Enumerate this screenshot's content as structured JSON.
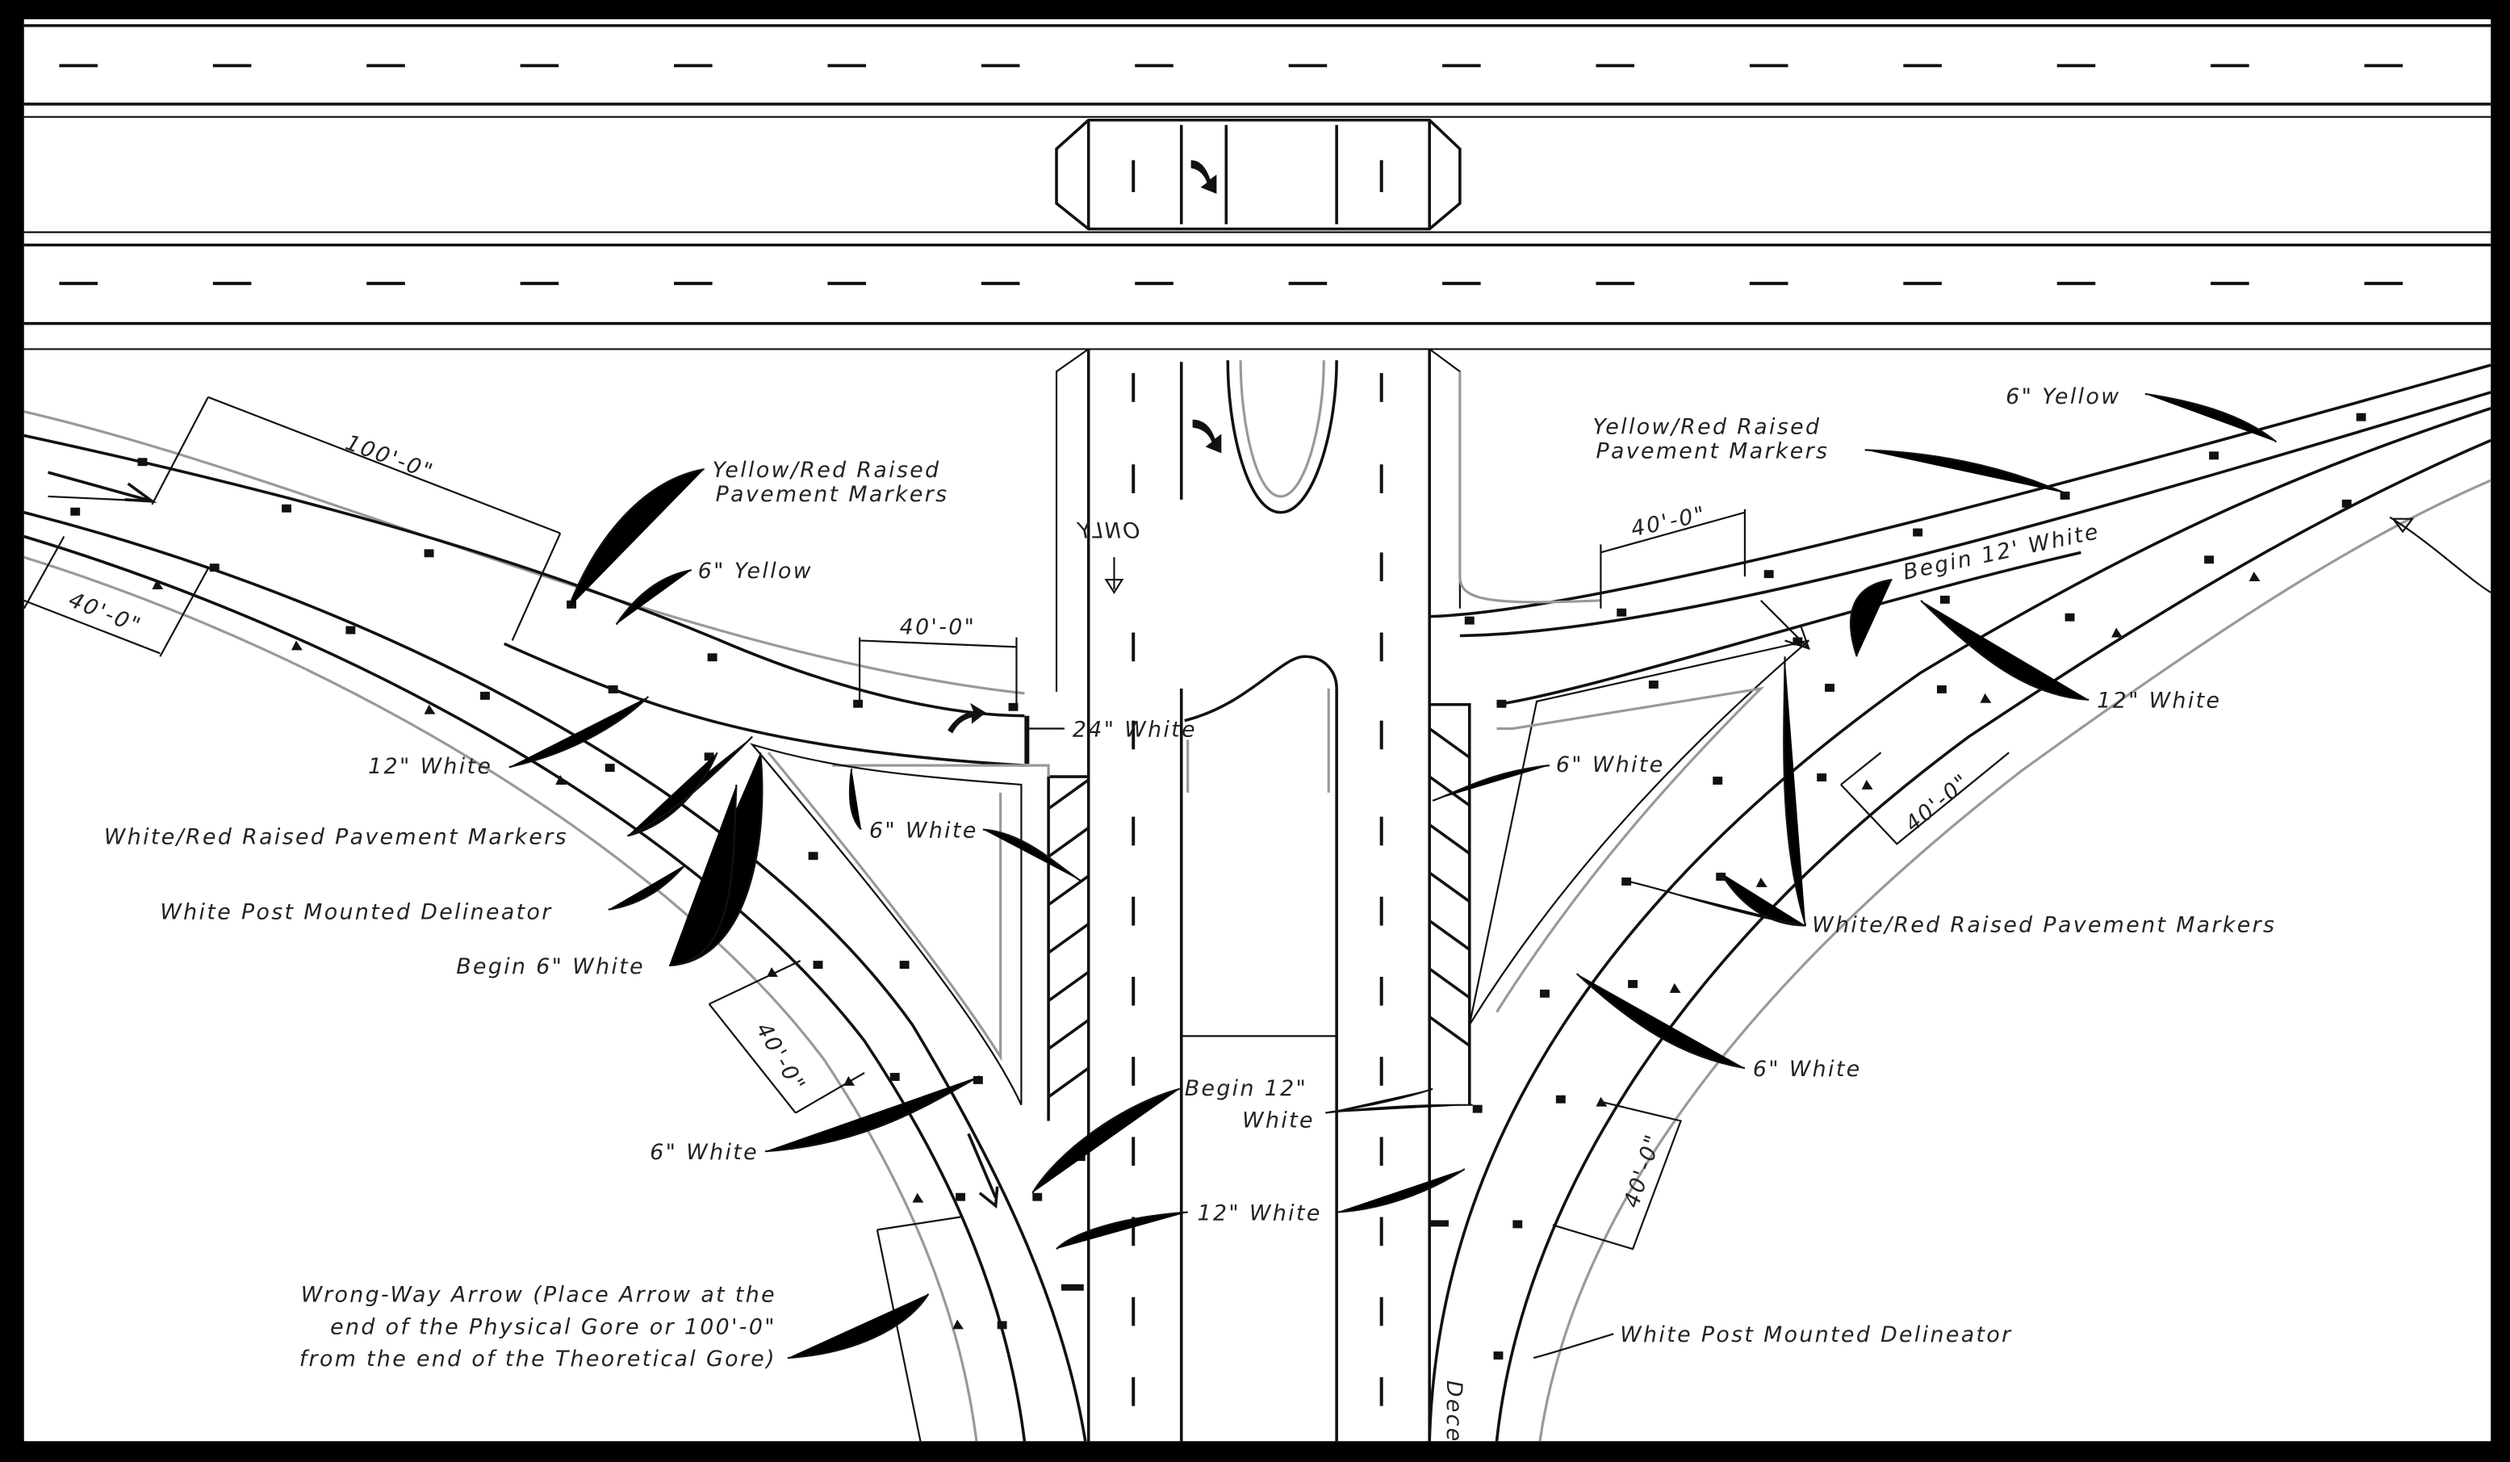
{
  "drawing": {
    "title": "Interchange ramp pavement marking detail",
    "labels": {
      "dim_100": "100'-0\"",
      "dim_40_a": "40'-0\"",
      "dim_40_b": "40'-0\"",
      "dim_40_c": "40'-0\"",
      "dim_40_d": "40'-0\"",
      "dim_40_e": "40'-0\"",
      "dim_40_f": "40'-0\"",
      "left_yr_markers_1": "Yellow/Red Raised",
      "left_yr_markers_2": "Pavement Markers",
      "left_6_yellow": "6\" Yellow",
      "white_24": "24\" White",
      "left_12_white": "12\" White",
      "left_wr_markers": "White/Red Raised Pavement Markers",
      "left_6_white_gore": "6\" White",
      "left_delineator": "White Post Mounted Delineator",
      "begin_6_white": "Begin 6\" White",
      "left_6_white": "6\" White",
      "begin_12_white_1": "Begin 12\"",
      "begin_12_white_2": "White",
      "center_12_white": "12\" White",
      "wrong_way_1": "Wrong-Way Arrow (Place Arrow at the",
      "wrong_way_2": "end of the Physical Gore or 100'-0\"",
      "wrong_way_3": "from the end of the Theoretical Gore)",
      "right_6_yellow": "6\" Yellow",
      "right_yr_markers_1": "Yellow/Red Raised",
      "right_yr_markers_2": "Pavement Markers",
      "right_begin_12_white": "Begin 12' White",
      "right_12_white": "12\" White",
      "right_6_white_gore": "6\" White",
      "right_wr_markers": "White/Red Raised Pavement Markers",
      "right_6_white": "6\" White",
      "right_delineator": "White Post Mounted Delineator",
      "decel": "Dece",
      "only": "ONLY"
    }
  }
}
